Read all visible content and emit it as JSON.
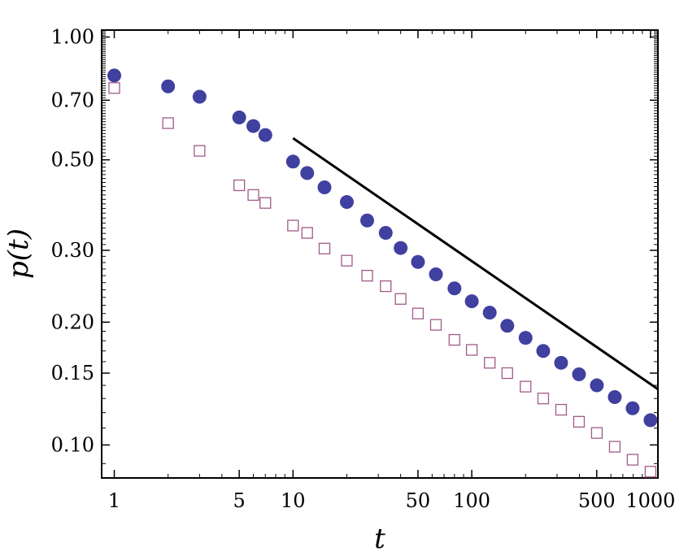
{
  "chart_data": {
    "type": "scatter",
    "xscale": "log",
    "yscale": "log",
    "xlabel": "t",
    "ylabel": "p(t)",
    "xlim": [
      0.85,
      1100
    ],
    "ylim": [
      0.083,
      1.04
    ],
    "xticks": [
      {
        "value": 1,
        "label": "1"
      },
      {
        "value": 5,
        "label": "5"
      },
      {
        "value": 10,
        "label": "10"
      },
      {
        "value": 50,
        "label": "50"
      },
      {
        "value": 100,
        "label": "100"
      },
      {
        "value": 500,
        "label": "500"
      },
      {
        "value": 1000,
        "label": "1000"
      }
    ],
    "yticks": [
      {
        "value": 0.1,
        "label": "0.10"
      },
      {
        "value": 0.15,
        "label": "0.15"
      },
      {
        "value": 0.2,
        "label": "0.20"
      },
      {
        "value": 0.3,
        "label": "0.30"
      },
      {
        "value": 0.5,
        "label": "0.50"
      },
      {
        "value": 0.7,
        "label": "0.70"
      },
      {
        "value": 1.0,
        "label": "1.00"
      }
    ],
    "grid": false,
    "series": [
      {
        "marker": "filled-circle",
        "color": "#4040a0",
        "points": [
          [
            1,
            0.805
          ],
          [
            2,
            0.757
          ],
          [
            3,
            0.714
          ],
          [
            5,
            0.635
          ],
          [
            6,
            0.605
          ],
          [
            7,
            0.575
          ],
          [
            10,
            0.495
          ],
          [
            12,
            0.464
          ],
          [
            15,
            0.428
          ],
          [
            20,
            0.394
          ],
          [
            26,
            0.355
          ],
          [
            33,
            0.331
          ],
          [
            40,
            0.304
          ],
          [
            50,
            0.281
          ],
          [
            63,
            0.262
          ],
          [
            80,
            0.242
          ],
          [
            100,
            0.225
          ],
          [
            126,
            0.211
          ],
          [
            158,
            0.196
          ],
          [
            200,
            0.183
          ],
          [
            251,
            0.17
          ],
          [
            316,
            0.159
          ],
          [
            398,
            0.149
          ],
          [
            501,
            0.14
          ],
          [
            631,
            0.131
          ],
          [
            794,
            0.123
          ],
          [
            1000,
            0.115
          ]
        ]
      },
      {
        "marker": "open-square",
        "color": "#a05a8a",
        "points": [
          [
            1,
            0.75
          ],
          [
            2,
            0.615
          ],
          [
            3,
            0.526
          ],
          [
            5,
            0.433
          ],
          [
            6,
            0.41
          ],
          [
            7,
            0.392
          ],
          [
            10,
            0.345
          ],
          [
            12,
            0.331
          ],
          [
            15,
            0.303
          ],
          [
            20,
            0.283
          ],
          [
            26,
            0.26
          ],
          [
            33,
            0.245
          ],
          [
            40,
            0.228
          ],
          [
            50,
            0.21
          ],
          [
            63,
            0.197
          ],
          [
            80,
            0.181
          ],
          [
            100,
            0.171
          ],
          [
            126,
            0.159
          ],
          [
            158,
            0.15
          ],
          [
            200,
            0.139
          ],
          [
            251,
            0.13
          ],
          [
            316,
            0.122
          ],
          [
            398,
            0.114
          ],
          [
            501,
            0.107
          ],
          [
            631,
            0.099
          ],
          [
            794,
            0.092
          ],
          [
            1000,
            0.086
          ]
        ]
      },
      {
        "marker": "line",
        "color": "#000000",
        "points": [
          [
            10,
            0.565
          ],
          [
            1100,
            0.137
          ]
        ]
      }
    ]
  }
}
